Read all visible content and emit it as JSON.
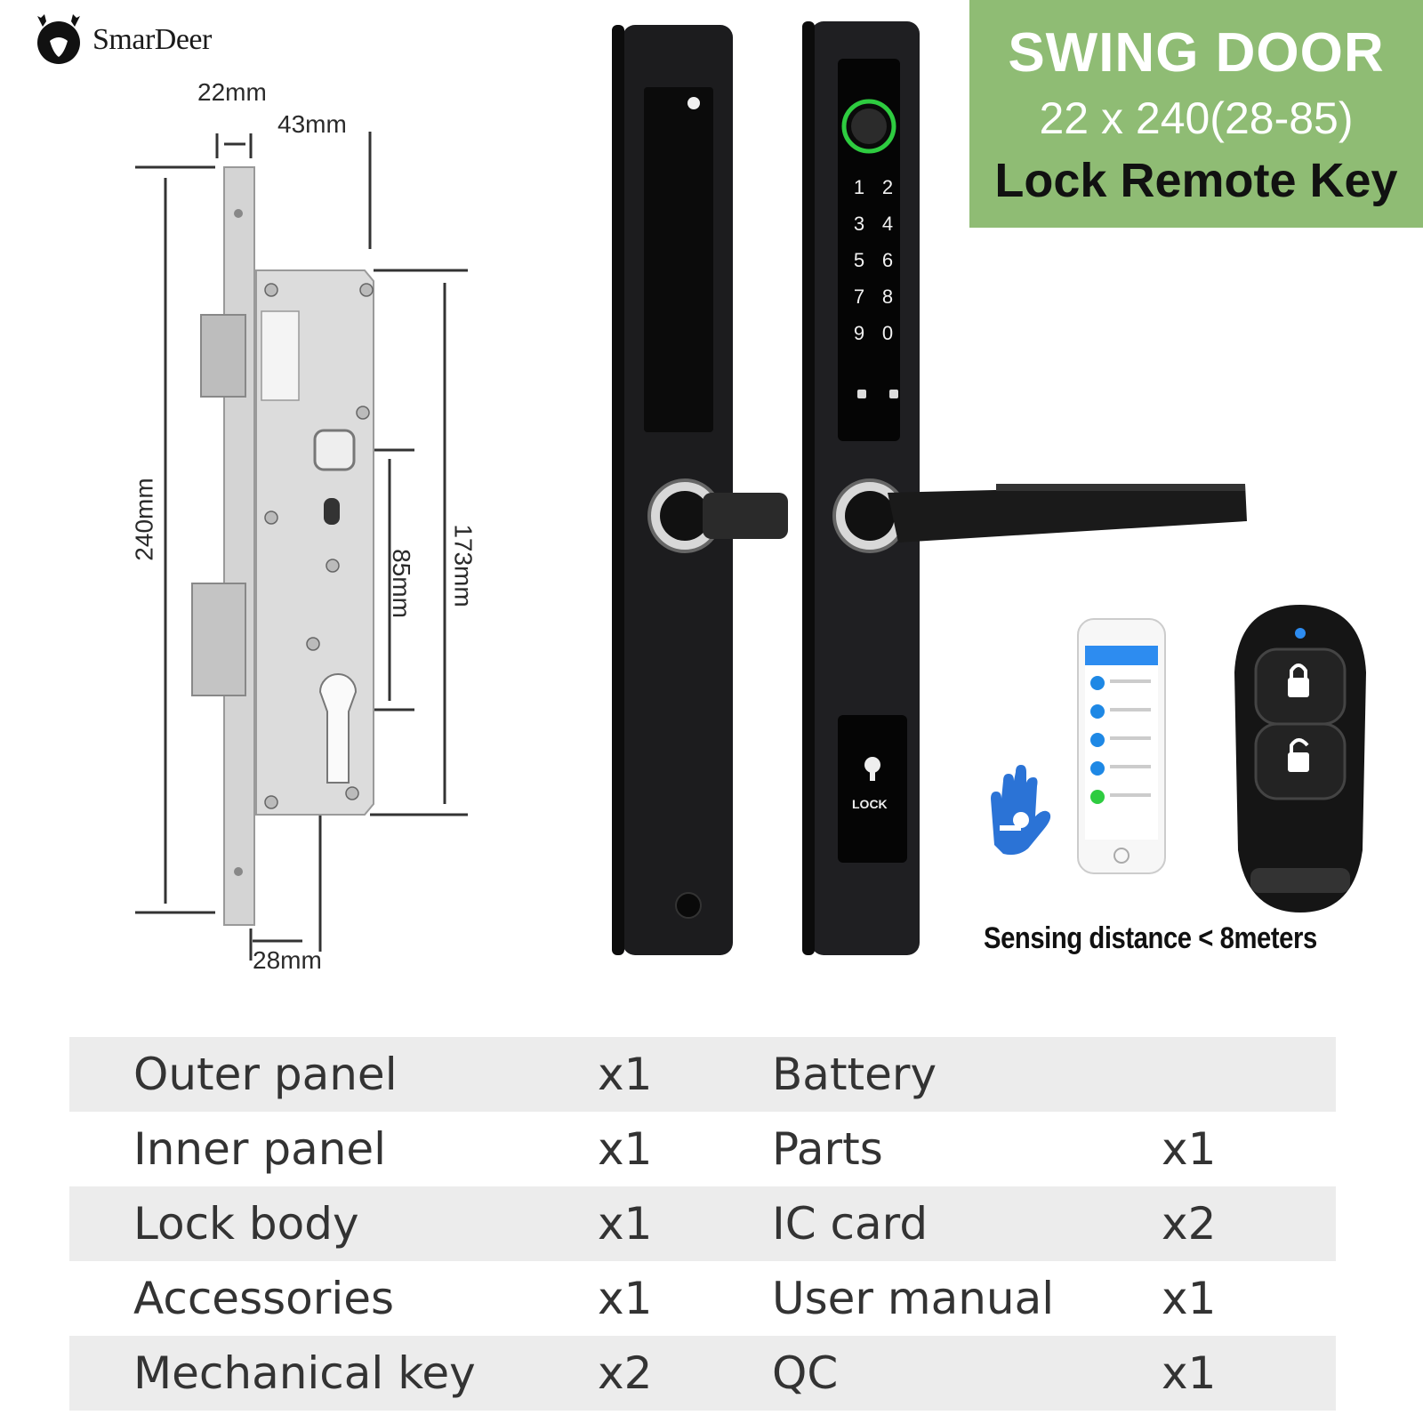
{
  "brand": {
    "name": "SmarDeer",
    "logo_icon": "deer-head-icon"
  },
  "title_box": {
    "line1": "SWING DOOR",
    "line2": "22 x 240(28-85)",
    "line3": "Lock Remote Key",
    "background": "#8fbc74"
  },
  "dimensions": {
    "d22": "22mm",
    "d43": "43mm",
    "d240": "240mm",
    "d85": "85mm",
    "d173": "173mm",
    "d28": "28mm"
  },
  "keypad": {
    "keys": [
      "1",
      "2",
      "3",
      "4",
      "5",
      "6",
      "7",
      "8",
      "9",
      "0"
    ],
    "lock_label": "LOCK",
    "fingerprint_ring_color": "#2ecc40"
  },
  "sensing": {
    "text": "Sensing distance < 8meters"
  },
  "packing": {
    "rows": [
      {
        "item1": "Outer panel",
        "qty1": "x1",
        "item2": "Battery",
        "qty2": ""
      },
      {
        "item1": "Inner panel",
        "qty1": "x1",
        "item2": "Parts",
        "qty2": "x1"
      },
      {
        "item1": "Lock body",
        "qty1": "x1",
        "item2": "IC card",
        "qty2": "x2"
      },
      {
        "item1": "Accessories",
        "qty1": "x1",
        "item2": "User manual",
        "qty2": "x1"
      },
      {
        "item1": "Mechanical key",
        "qty1": "x2",
        "item2": "QC",
        "qty2": "x1"
      }
    ]
  }
}
